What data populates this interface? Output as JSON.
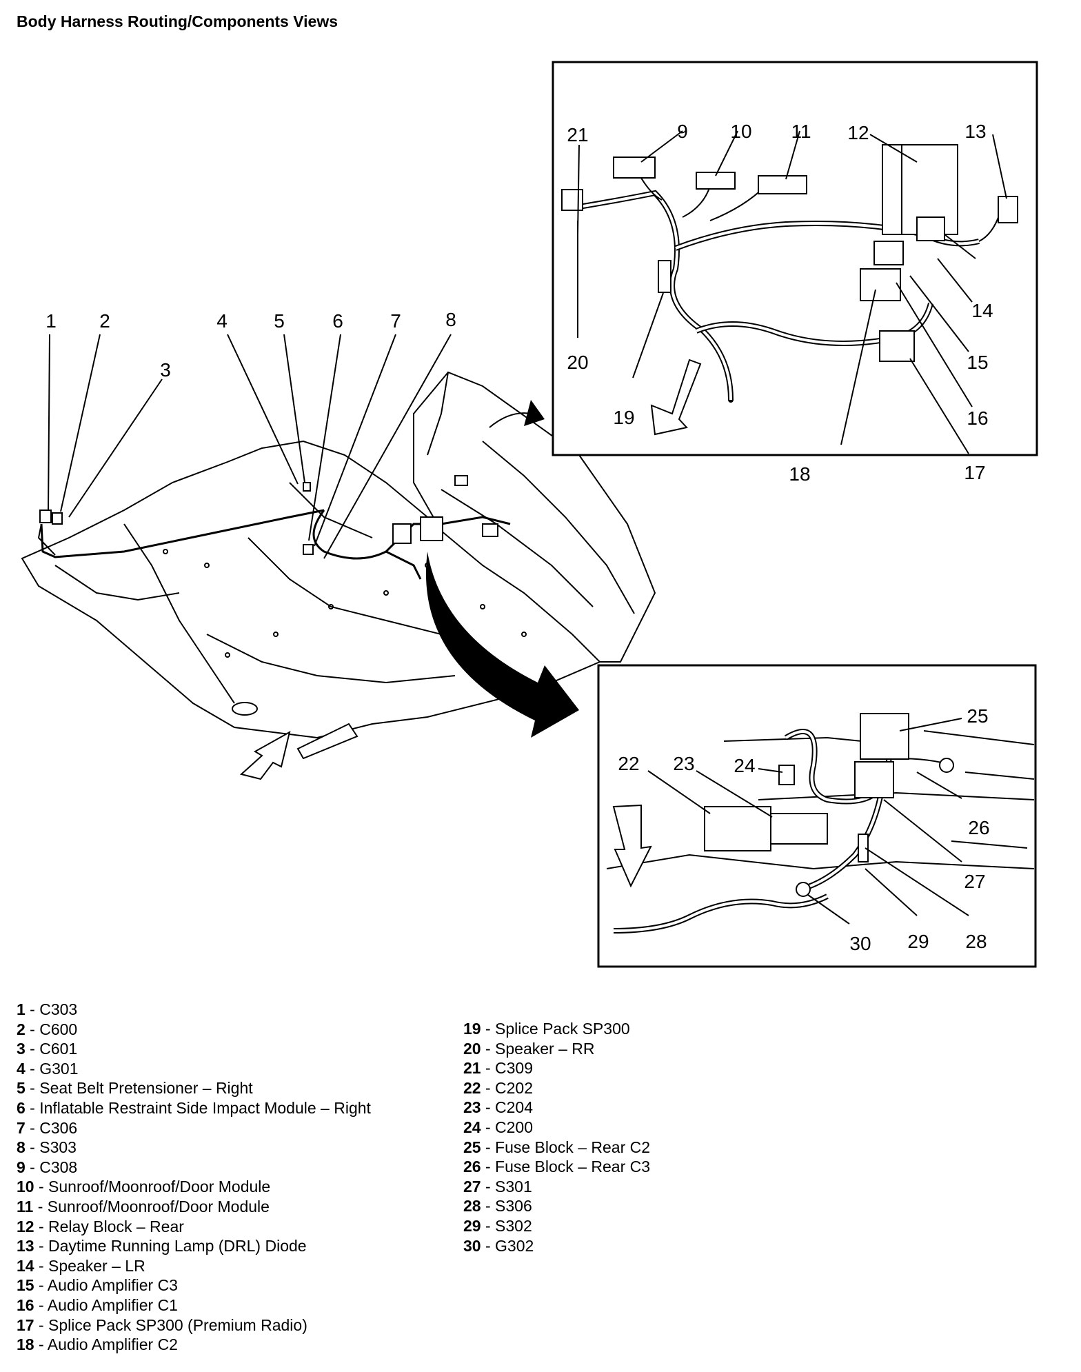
{
  "title": "Body Harness Routing/Components Views",
  "callouts": [
    "1",
    "2",
    "3",
    "4",
    "5",
    "6",
    "7",
    "8",
    "9",
    "10",
    "11",
    "12",
    "13",
    "14",
    "15",
    "16",
    "17",
    "18",
    "19",
    "20",
    "21",
    "22",
    "23",
    "24",
    "25",
    "26",
    "27",
    "28",
    "29",
    "30"
  ],
  "legend_left": [
    {
      "num": "1",
      "desc": " - C303"
    },
    {
      "num": "2",
      "desc": " - C600"
    },
    {
      "num": "3",
      "desc": " - C601"
    },
    {
      "num": "4",
      "desc": " - G301"
    },
    {
      "num": "5",
      "desc": " - Seat Belt Pretensioner – Right"
    },
    {
      "num": "6",
      "desc": " - Inflatable Restraint Side Impact Module – Right"
    },
    {
      "num": "7",
      "desc": " - C306"
    },
    {
      "num": "8",
      "desc": " - S303"
    },
    {
      "num": "9",
      "desc": " - C308"
    },
    {
      "num": "10",
      "desc": " - Sunroof/Moonroof/Door Module"
    },
    {
      "num": "11",
      "desc": " - Sunroof/Moonroof/Door Module"
    },
    {
      "num": "12",
      "desc": " - Relay Block – Rear"
    },
    {
      "num": "13",
      "desc": " - Daytime Running Lamp (DRL) Diode"
    },
    {
      "num": "14",
      "desc": " - Speaker – LR"
    },
    {
      "num": "15",
      "desc": " - Audio Amplifier C3"
    },
    {
      "num": "16",
      "desc": " - Audio Amplifier C1"
    },
    {
      "num": "17",
      "desc": " - Splice Pack SP300 (Premium Radio)"
    },
    {
      "num": "18",
      "desc": " - Audio Amplifier C2"
    }
  ],
  "legend_right": [
    {
      "num": "19",
      "desc": " - Splice Pack SP300"
    },
    {
      "num": "20",
      "desc": " - Speaker – RR"
    },
    {
      "num": "21",
      "desc": " - C309"
    },
    {
      "num": "22",
      "desc": " - C202"
    },
    {
      "num": "23",
      "desc": " - C204"
    },
    {
      "num": "24",
      "desc": " - C200"
    },
    {
      "num": "25",
      "desc": " - Fuse Block – Rear C2"
    },
    {
      "num": "26",
      "desc": " - Fuse Block – Rear C3"
    },
    {
      "num": "27",
      "desc": " - S301"
    },
    {
      "num": "28",
      "desc": " - S306"
    },
    {
      "num": "29",
      "desc": " - S302"
    },
    {
      "num": "30",
      "desc": " - G302"
    }
  ]
}
